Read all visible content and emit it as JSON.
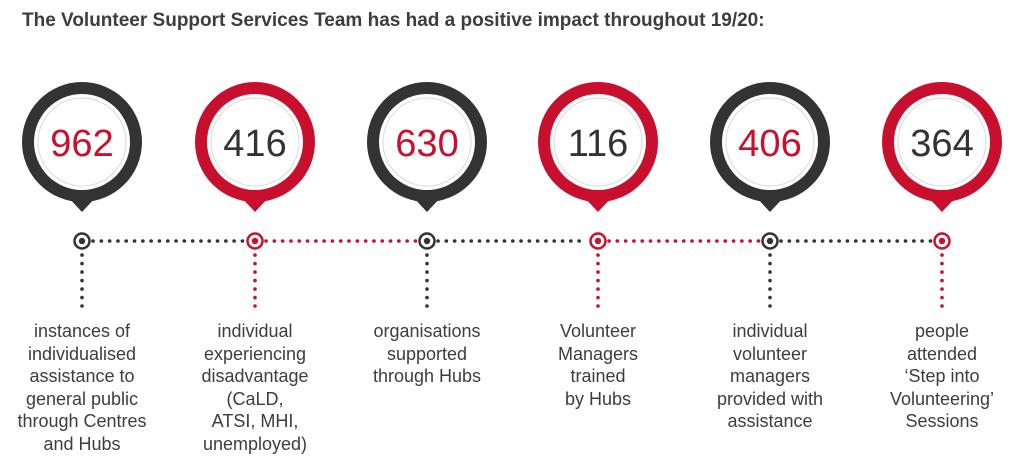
{
  "heading": "The Volunteer Support Services Team has had a positive impact throughout 19/20:",
  "colors": {
    "dark": "#333333",
    "red": "#c8102e",
    "text": "#3d3d3d"
  },
  "stats": [
    {
      "value": "962",
      "ring": "dark",
      "number_color": "red",
      "description": [
        "instances of",
        "individualised",
        "assistance to",
        "general public",
        "through Centres",
        "and Hubs"
      ]
    },
    {
      "value": "416",
      "ring": "red",
      "number_color": "dark",
      "description": [
        "individual",
        "experiencing",
        "disadvantage",
        "(CaLD,",
        "ATSI, MHI,",
        "unemployed)"
      ]
    },
    {
      "value": "630",
      "ring": "dark",
      "number_color": "red",
      "description": [
        "organisations",
        "supported",
        "through Hubs"
      ]
    },
    {
      "value": "116",
      "ring": "red",
      "number_color": "dark",
      "description": [
        "Volunteer",
        "Managers",
        "trained",
        "by Hubs"
      ]
    },
    {
      "value": "406",
      "ring": "dark",
      "number_color": "red",
      "description": [
        "individual",
        "volunteer",
        "managers",
        "provided with",
        "assistance"
      ]
    },
    {
      "value": "364",
      "ring": "red",
      "number_color": "dark",
      "description": [
        "people",
        "attended",
        "‘Step into",
        "Volunteering’",
        "Sessions"
      ]
    }
  ]
}
